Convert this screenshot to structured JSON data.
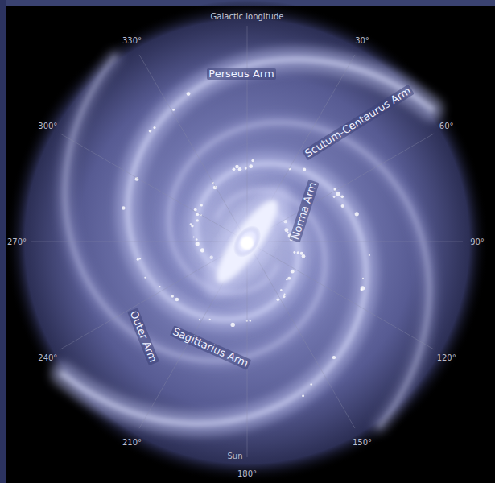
{
  "diagram": {
    "labels": [
      "Galactic longitude",
      "Perseus Arm",
      "Scutum-Centaurus Arm",
      "Norma Arm",
      "Outer Arm",
      "Sagittarius Arm",
      "Sun",
      "30°",
      "60°",
      "90°",
      "120°",
      "150°",
      "180°",
      "210°",
      "240°",
      "270°",
      "300°",
      "330°"
    ]
  }
}
